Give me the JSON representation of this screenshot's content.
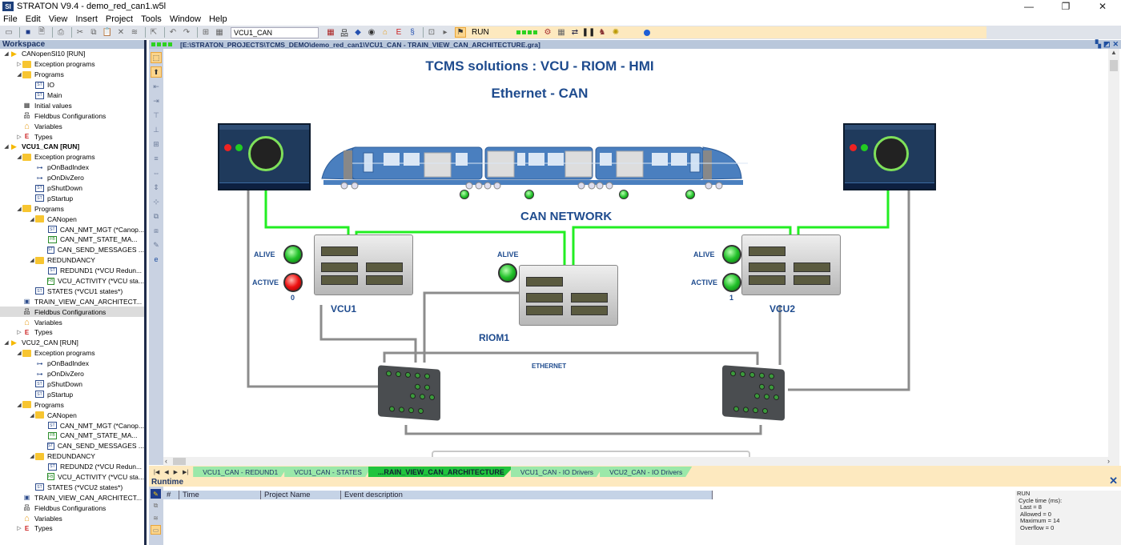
{
  "window": {
    "app_icon": "SI",
    "title": "STRATON V9.4 - demo_red_can1.w5l",
    "controls": [
      "minimize-icon",
      "restore-icon",
      "close-icon"
    ]
  },
  "menu": [
    "File",
    "Edit",
    "View",
    "Insert",
    "Project",
    "Tools",
    "Window",
    "Help"
  ],
  "toolbar": {
    "project_select": "VCU1_CAN",
    "run_status": "RUN",
    "status_color": "#fde9bf",
    "led_color": "#2dd21f"
  },
  "workspace": {
    "title": "Workspace",
    "tree": [
      {
        "level": 0,
        "tog": "◢",
        "icon": "project",
        "label": "CANopenSl10 [RUN]"
      },
      {
        "level": 1,
        "tog": "▷",
        "icon": "folder",
        "label": "Exception programs"
      },
      {
        "level": 1,
        "tog": "◢",
        "icon": "folder-open",
        "label": "Programs"
      },
      {
        "level": 2,
        "tog": "",
        "icon": "st",
        "label": "IO"
      },
      {
        "level": 2,
        "tog": "",
        "icon": "st",
        "label": "Main"
      },
      {
        "level": 1,
        "tog": "",
        "icon": "grid",
        "label": "Initial values"
      },
      {
        "level": 1,
        "tog": "",
        "icon": "fieldbus",
        "label": "Fieldbus Configurations"
      },
      {
        "level": 1,
        "tog": "",
        "icon": "house",
        "label": "Variables"
      },
      {
        "level": 1,
        "tog": "▷",
        "icon": "types",
        "label": "Types"
      },
      {
        "level": 0,
        "tog": "◢",
        "icon": "project",
        "label": "VCU1_CAN [RUN]",
        "bold": true
      },
      {
        "level": 1,
        "tog": "◢",
        "icon": "folder-open",
        "label": "Exception programs"
      },
      {
        "level": 2,
        "tog": "",
        "icon": "sfc",
        "label": "pOnBadIndex"
      },
      {
        "level": 2,
        "tog": "",
        "icon": "sfc",
        "label": "pOnDivZero"
      },
      {
        "level": 2,
        "tog": "",
        "icon": "st",
        "label": "pShutDown"
      },
      {
        "level": 2,
        "tog": "",
        "icon": "st",
        "label": "pStartup"
      },
      {
        "level": 1,
        "tog": "◢",
        "icon": "folder-open",
        "label": "Programs"
      },
      {
        "level": 2,
        "tog": "◢",
        "icon": "folder-open",
        "label": "CANopen"
      },
      {
        "level": 3,
        "tog": "",
        "icon": "st",
        "label": "CAN_NMT_MGT (*Canop..."
      },
      {
        "level": 3,
        "tog": "",
        "icon": "fb",
        "label": "CAN_NMT_STATE_MA..."
      },
      {
        "level": 3,
        "tog": "",
        "icon": "st",
        "label": "CAN_SEND_MESSAGES ..."
      },
      {
        "level": 2,
        "tog": "◢",
        "icon": "folder-open",
        "label": "REDUNDANCY"
      },
      {
        "level": 3,
        "tog": "",
        "icon": "st",
        "label": "REDUND1 (*VCU Redun..."
      },
      {
        "level": 3,
        "tog": "",
        "icon": "fb",
        "label": "VCU_ACTIVITY (*VCU sta..."
      },
      {
        "level": 2,
        "tog": "",
        "icon": "st",
        "label": "STATES (*VCU1 states*)"
      },
      {
        "level": 1,
        "tog": "",
        "icon": "screen",
        "label": "TRAIN_VIEW_CAN_ARCHITECT..."
      },
      {
        "level": 1,
        "tog": "",
        "icon": "fieldbus",
        "label": "Fieldbus Configurations",
        "selected": true
      },
      {
        "level": 1,
        "tog": "",
        "icon": "house",
        "label": "Variables"
      },
      {
        "level": 1,
        "tog": "▷",
        "icon": "types",
        "label": "Types"
      },
      {
        "level": 0,
        "tog": "◢",
        "icon": "project",
        "label": "VCU2_CAN [RUN]"
      },
      {
        "level": 1,
        "tog": "◢",
        "icon": "folder-open",
        "label": "Exception programs"
      },
      {
        "level": 2,
        "tog": "",
        "icon": "sfc",
        "label": "pOnBadIndex"
      },
      {
        "level": 2,
        "tog": "",
        "icon": "sfc",
        "label": "pOnDivZero"
      },
      {
        "level": 2,
        "tog": "",
        "icon": "st",
        "label": "pShutDown"
      },
      {
        "level": 2,
        "tog": "",
        "icon": "st",
        "label": "pStartup"
      },
      {
        "level": 1,
        "tog": "◢",
        "icon": "folder-open",
        "label": "Programs"
      },
      {
        "level": 2,
        "tog": "◢",
        "icon": "folder-open",
        "label": "CANopen"
      },
      {
        "level": 3,
        "tog": "",
        "icon": "st",
        "label": "CAN_NMT_MGT (*Canop..."
      },
      {
        "level": 3,
        "tog": "",
        "icon": "fb",
        "label": "CAN_NMT_STATE_MA..."
      },
      {
        "level": 3,
        "tog": "",
        "icon": "st",
        "label": "CAN_SEND_MESSAGES ..."
      },
      {
        "level": 2,
        "tog": "◢",
        "icon": "folder-open",
        "label": "REDUNDANCY"
      },
      {
        "level": 3,
        "tog": "",
        "icon": "st",
        "label": "REDUND2 (*VCU Redun..."
      },
      {
        "level": 3,
        "tog": "",
        "icon": "fb",
        "label": "VCU_ACTIVITY (*VCU sta..."
      },
      {
        "level": 2,
        "tog": "",
        "icon": "st",
        "label": "STATES (*VCU2 states*)"
      },
      {
        "level": 1,
        "tog": "",
        "icon": "screen",
        "label": "TRAIN_VIEW_CAN_ARCHITECT..."
      },
      {
        "level": 1,
        "tog": "",
        "icon": "fieldbus",
        "label": "Fieldbus Configurations"
      },
      {
        "level": 1,
        "tog": "",
        "icon": "house",
        "label": "Variables"
      },
      {
        "level": 1,
        "tog": "▷",
        "icon": "types",
        "label": "Types"
      }
    ]
  },
  "editor": {
    "path": "[E:\\STRATON_PROJECTS\\TCMS_DEMO\\demo_red_can1\\VCU1_CAN - TRAIN_VIEW_CAN_ARCHITECTURE.gra]"
  },
  "diagram": {
    "title": "TCMS solutions : VCU - RIOM - HMI",
    "subtitle": "Ethernet - CAN",
    "can_label": "CAN NETWORK",
    "ethernet_label": "ETHERNET",
    "vcu1": {
      "name": "VCU1",
      "alive_label": "ALIVE",
      "active_label": "ACTIVE",
      "alive": "on",
      "active": "off",
      "value": "0"
    },
    "riom1": {
      "name": "RIOM1",
      "alive_label": "ALIVE",
      "alive": "on"
    },
    "vcu2": {
      "name": "VCU2",
      "alive_label": "ALIVE",
      "active_label": "ACTIVE",
      "alive": "on",
      "active": "on",
      "value": "1"
    },
    "train_status_leds": [
      "on",
      "on",
      "on",
      "on"
    ],
    "colors": {
      "can": "#22ee22",
      "ethernet": "#8c8c8c",
      "label": "#1e4b8e",
      "led_on": "#22c12a",
      "led_off": "#e11111"
    }
  },
  "tabs": {
    "nav": [
      "|◀",
      "◀",
      "▶",
      "▶|"
    ],
    "items": [
      {
        "label": "VCU1_CAN - REDUND1",
        "active": false
      },
      {
        "label": "VCU1_CAN - STATES",
        "active": false
      },
      {
        "label": "...RAIN_VIEW_CAN_ARCHITECTURE",
        "active": true
      },
      {
        "label": "VCU1_CAN - IO Drivers",
        "active": false
      },
      {
        "label": "VCU2_CAN - IO Drivers",
        "active": false
      }
    ]
  },
  "runtime": {
    "title": "Runtime",
    "columns": [
      "#",
      "Time",
      "Project Name",
      "Event description"
    ],
    "status": "RUN",
    "cycle_title": "Cycle time (ms):",
    "last": "Last = 8",
    "allowed": "Allowed = 0",
    "maximum": "Maximum = 14",
    "overflow": "Overflow = 0"
  }
}
